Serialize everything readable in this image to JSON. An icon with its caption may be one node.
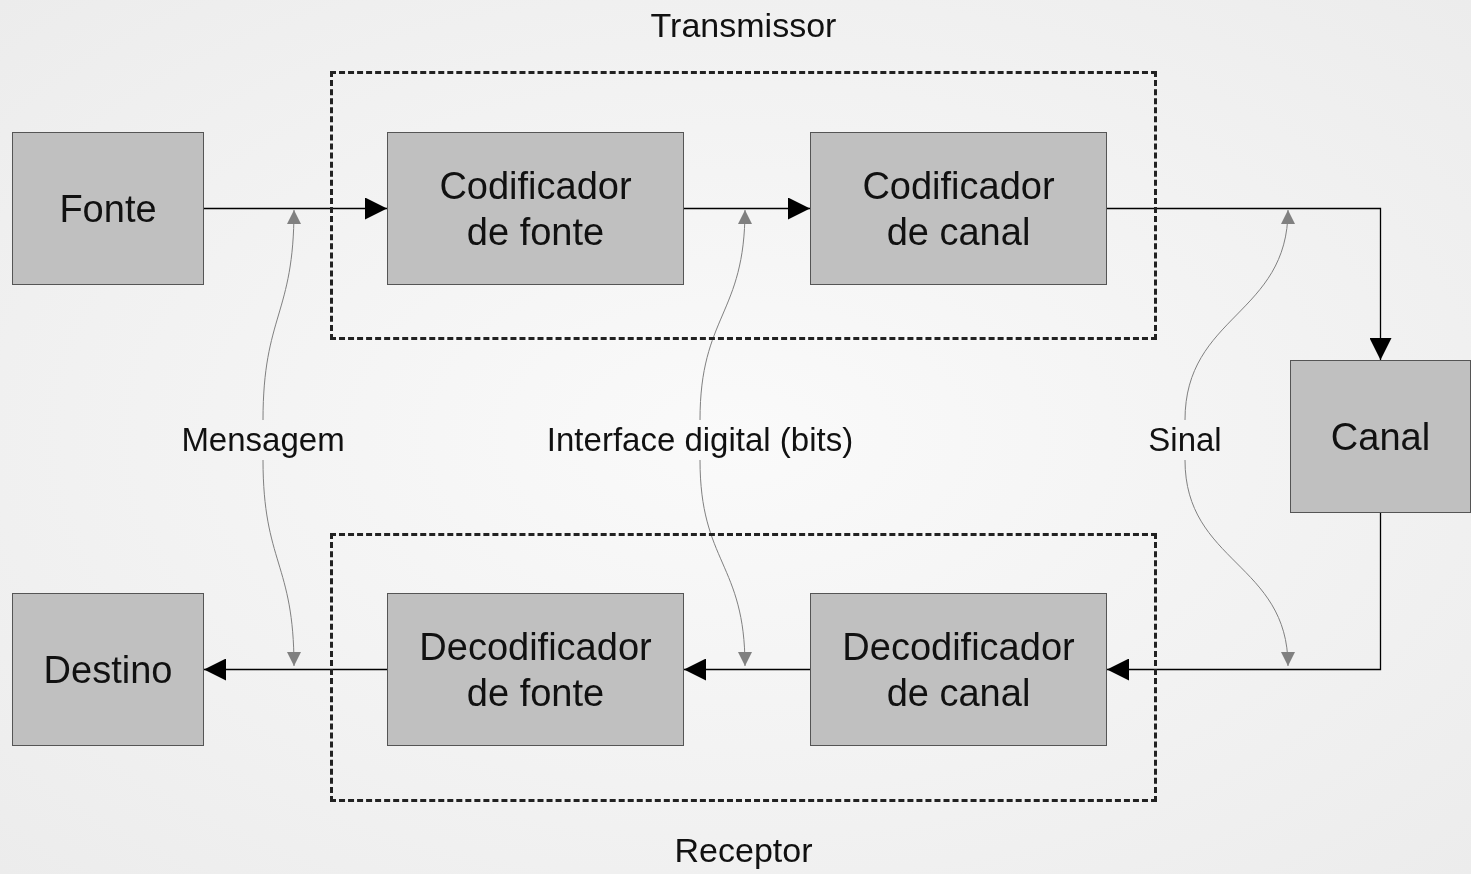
{
  "diagram": {
    "nodes": [
      {
        "text": [
          "Fonte"
        ]
      },
      {
        "text": [
          "Transmissor"
        ]
      },
      {
        "text": [
          "Codificador de fonte"
        ],
        "in": 1
      },
      {
        "text": [
          "Codificador de canal"
        ],
        "in": 1
      },
      {
        "text": [
          "Mensagem"
        ]
      },
      {
        "text": [
          "Interface digital (bits)"
        ]
      },
      {
        "text": [
          "Sinal"
        ]
      },
      {
        "text": [
          "Canal"
        ]
      },
      {
        "text": [
          "Destino"
        ]
      },
      {
        "text": [
          "Receptor"
        ]
      },
      {
        "text": [
          "Decodificador de fonte"
        ],
        "in": 9
      },
      {
        "text": [
          "Decodificador de canal"
        ],
        "in": 9
      }
    ],
    "edges": [
      {
        "from": 0,
        "to": 2,
        "arrow": "to"
      },
      {
        "from": 2,
        "to": 3,
        "arrow": "to"
      },
      {
        "from": 3,
        "to": 7,
        "arrow": "to"
      },
      {
        "from": 7,
        "to": 11,
        "arrow": "to"
      },
      {
        "from": 11,
        "to": 10,
        "arrow": "to"
      },
      {
        "from": 10,
        "to": 8,
        "arrow": "to"
      },
      {
        "from": 4,
        "to": null,
        "arrow": "to",
        "color": "#808080"
      },
      {
        "from": 4,
        "to": null,
        "arrow": "to",
        "color": "#808080"
      },
      {
        "from": 5,
        "to": null,
        "arrow": "to",
        "color": "#808080"
      },
      {
        "from": 5,
        "to": null,
        "arrow": "to",
        "color": "#808080"
      },
      {
        "from": 6,
        "to": null,
        "arrow": "to",
        "color": "#808080"
      },
      {
        "from": 6,
        "to": null,
        "arrow": "to",
        "color": "#808080"
      }
    ]
  }
}
